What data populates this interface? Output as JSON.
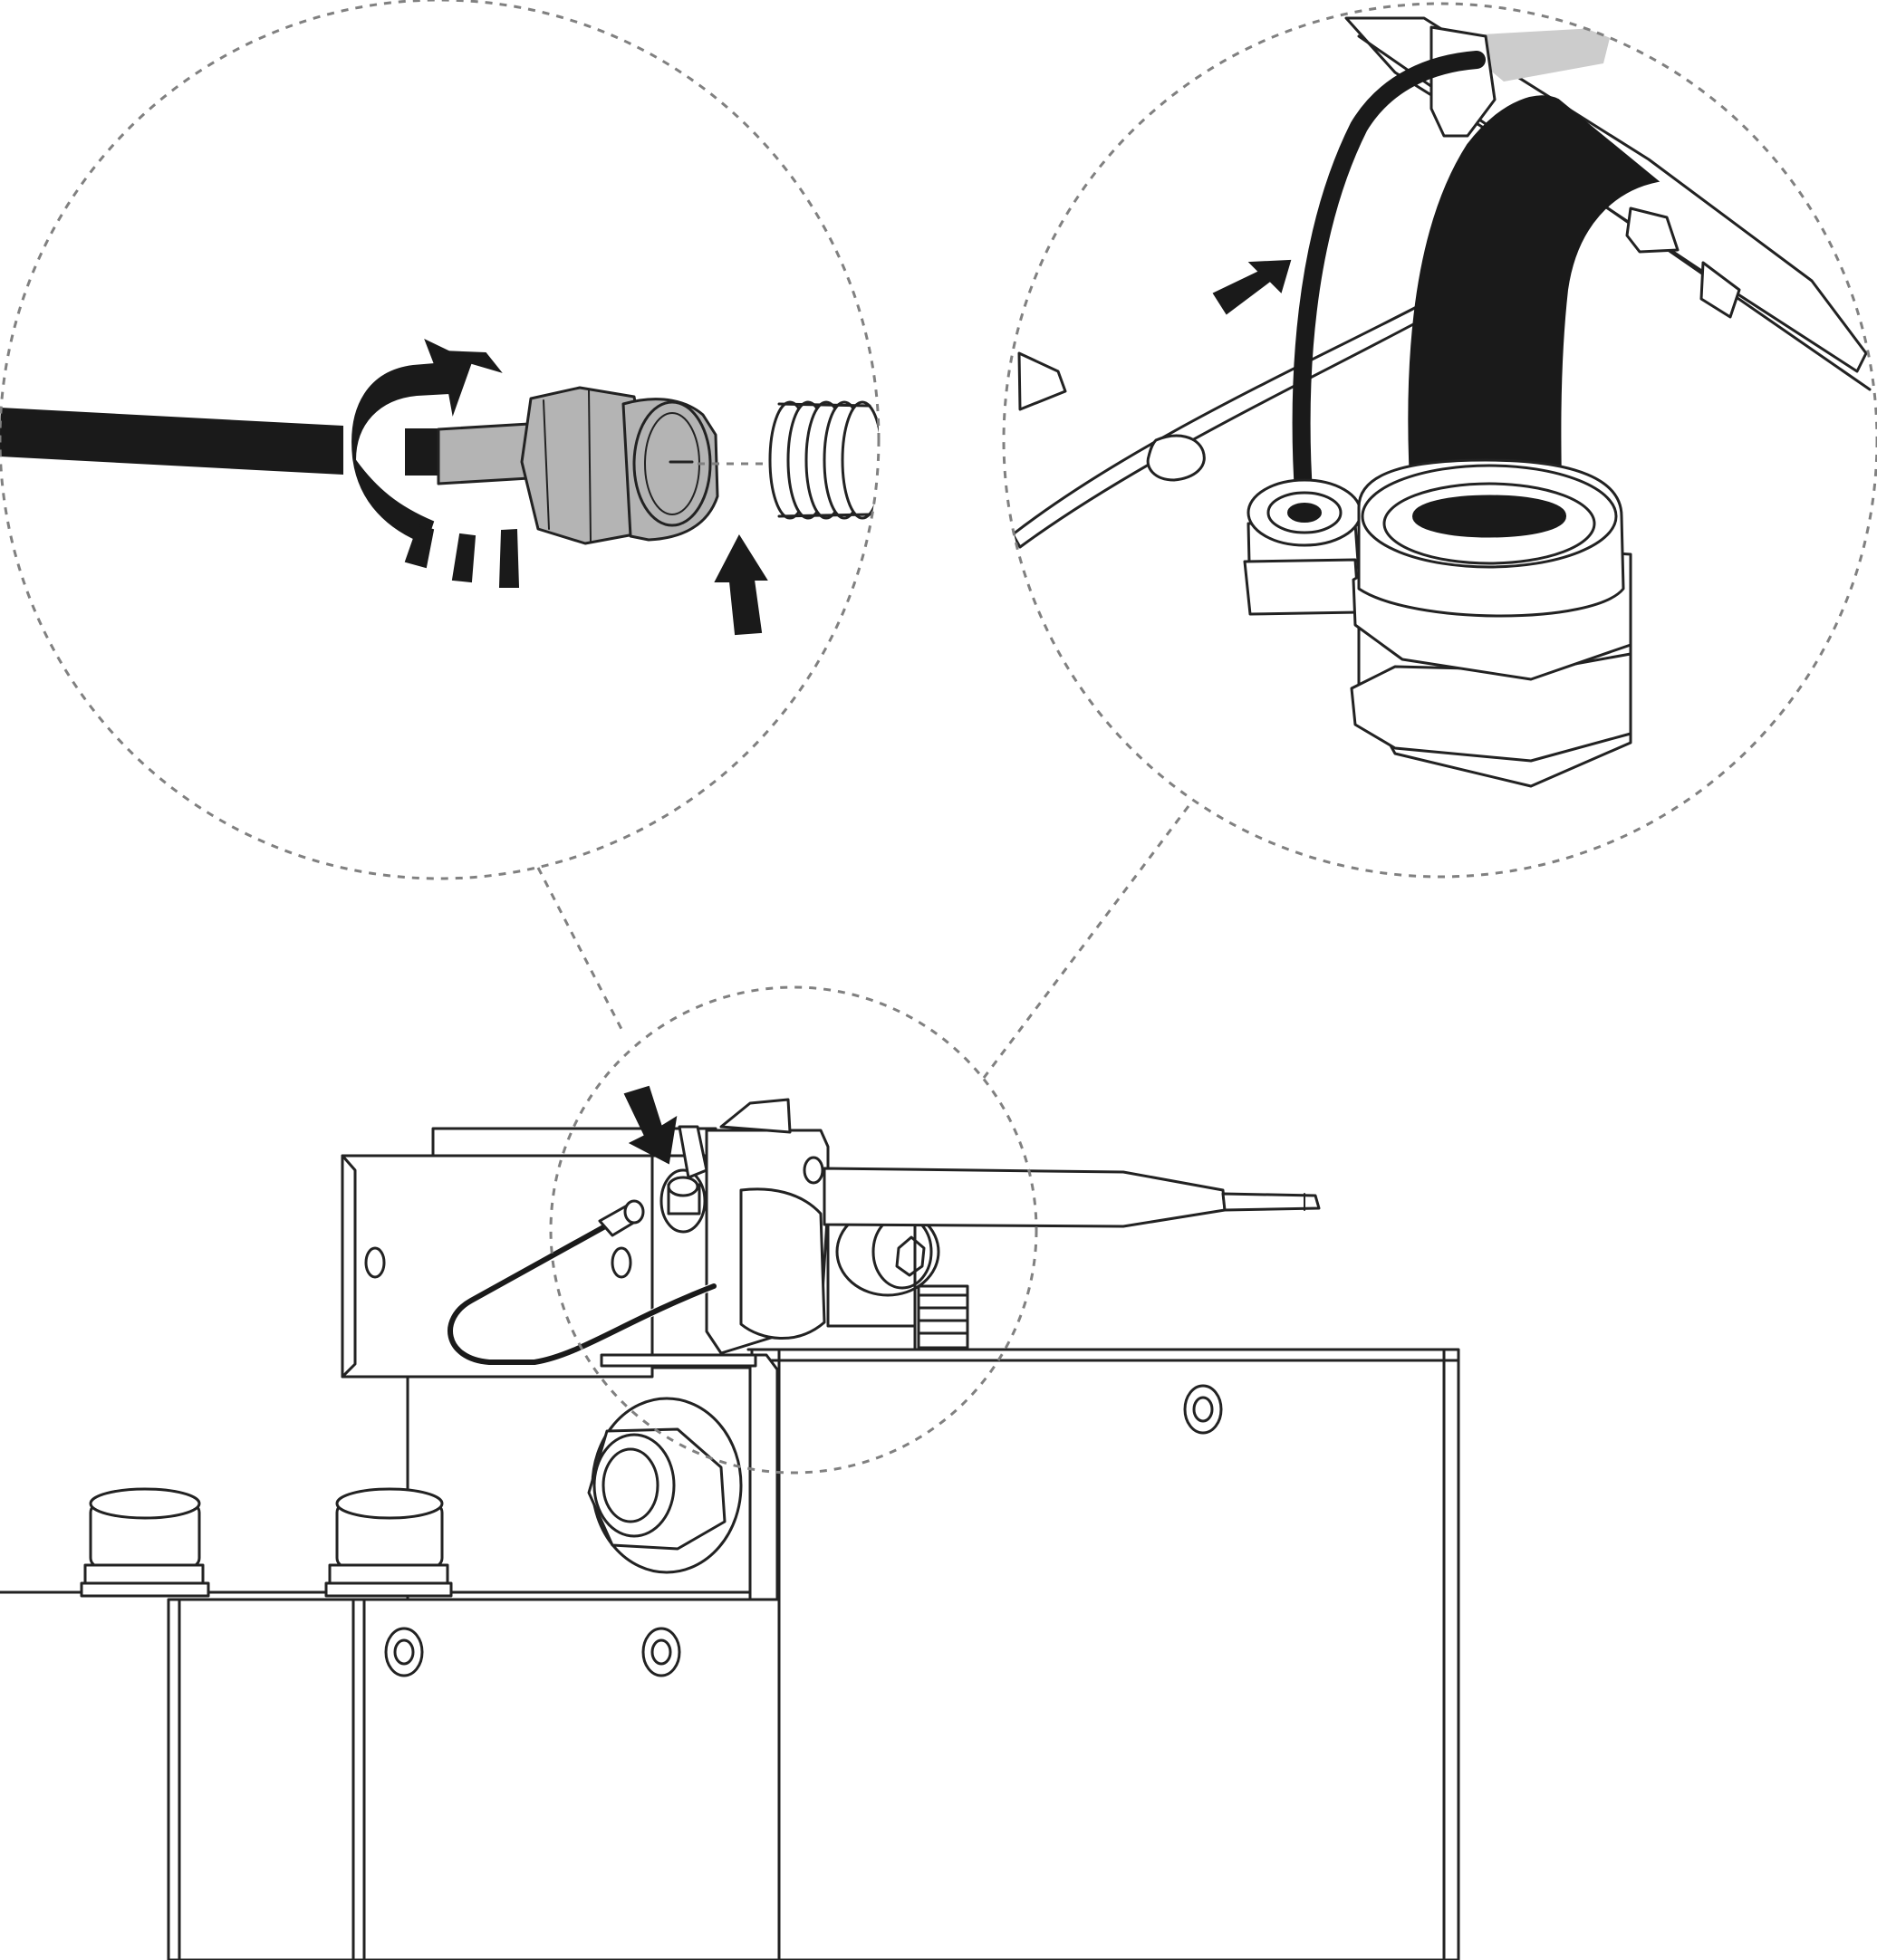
{
  "figure": {
    "text_labels": [],
    "colors": {
      "ink": "#222222",
      "cable": "#1a1a1a",
      "metal": "#b4b4b4",
      "leader": "#808080",
      "paper": "#ffffff"
    },
    "callouts": [
      {
        "id": "detail-coax-connector",
        "shows": "threaded-connector-onto-antenna-port"
      },
      {
        "id": "detail-cable-glands",
        "shows": "cable-glands-on-housing"
      },
      {
        "id": "source-area",
        "shows": "antenna-mount-on-enclosure"
      }
    ],
    "icons": [
      "rotate-arrow-icon",
      "push-arrow-icon"
    ]
  }
}
